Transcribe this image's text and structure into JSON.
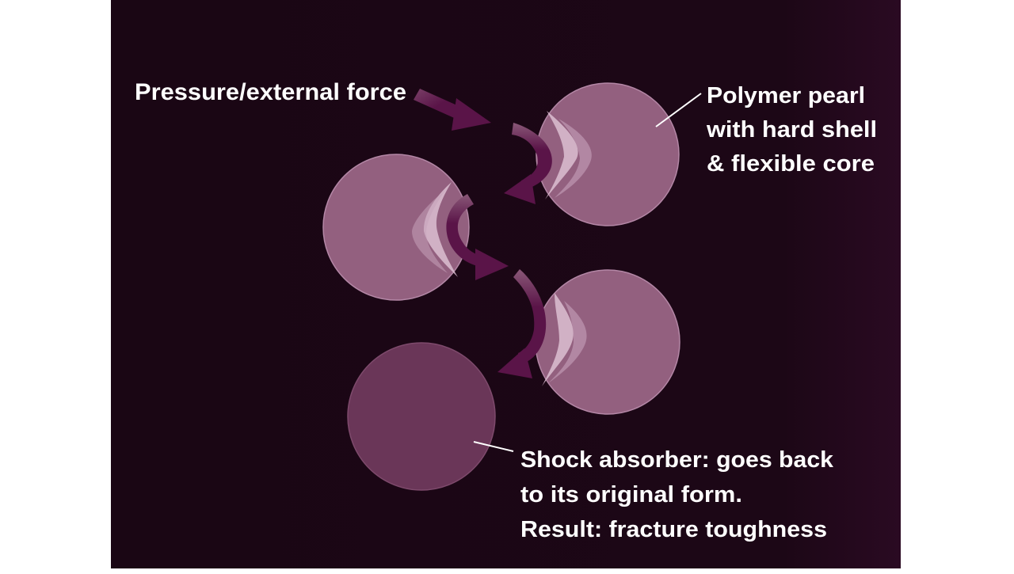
{
  "colors": {
    "panel_bg": "#1c0716",
    "page_bg": "#ffffff",
    "pearl_fill": "#93607f",
    "pearl_stroke": "#a87897",
    "pearl_dim_fill": "#6a3658",
    "shell_highlight": "#d9bcd0",
    "arrow_fill": "#5a1448",
    "arrow_light": "#c9a6bf",
    "text": "#ffffff"
  },
  "labels": {
    "pressure": "Pressure/external force",
    "pearl_line1": "Polymer pearl",
    "pearl_line2": "with hard shell",
    "pearl_line3": "& flexible core",
    "shock_line1": "Shock absorber: goes back",
    "shock_line2": "to its original form.",
    "shock_line3": "Result: fracture toughness"
  },
  "icons": {
    "arrows": "curved-arrow-icon",
    "pearls": "circle-icon"
  }
}
